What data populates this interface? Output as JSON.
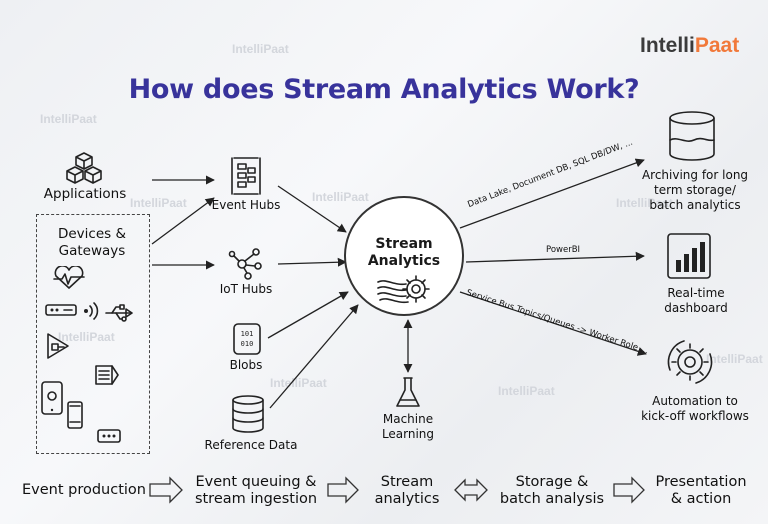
{
  "logo": {
    "part1": "Intelli",
    "part2": "Paat"
  },
  "title": "How does Stream Analytics Work?",
  "watermark": "IntelliPaat",
  "sources": {
    "applications": "Applications",
    "devices_line1": "Devices &",
    "devices_line2": "Gateways"
  },
  "ingestion": {
    "event_hubs": "Event Hubs",
    "iot_hubs": "IoT Hubs",
    "blobs": "Blobs",
    "reference_data": "Reference Data"
  },
  "center": {
    "line1": "Stream",
    "line2": "Analytics"
  },
  "machine_learning": "Machine Learning",
  "edges": {
    "archive": "Data Lake, Document DB, SQL DB/DW, ...",
    "powerbi": "PowerBI",
    "automation": "Service Bus Topics/Queues -> Worker Role ..."
  },
  "outputs": {
    "archive": [
      "Archiving for long",
      "term storage/",
      "batch analytics"
    ],
    "dashboard": "Real-time dashboard",
    "automation": [
      "Automation to",
      "kick-off workflows"
    ]
  },
  "stages": {
    "s1": "Event production",
    "s2": [
      "Event queuing &",
      "stream ingestion"
    ],
    "s3": [
      "Stream",
      "analytics"
    ],
    "s4": [
      "Storage &",
      "batch analysis"
    ],
    "s5": [
      "Presentation",
      "& action"
    ]
  },
  "icons": [
    "cubes-icon",
    "heart-monitor-icon",
    "router-icon",
    "wireless-icon",
    "usb-icon",
    "plug-device-icon",
    "server-icon",
    "tablet-icon",
    "phone-icon",
    "hub-device-icon",
    "event-hubs-icon",
    "iot-hubs-icon",
    "blob-icon",
    "database-icon",
    "gear-icon",
    "flask-icon",
    "storage-icon",
    "powerbi-icon",
    "automation-gear-icon"
  ]
}
